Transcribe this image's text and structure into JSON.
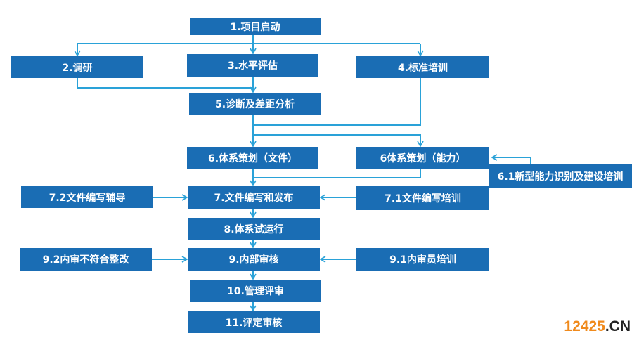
{
  "colors": {
    "box": "#1a6db4",
    "line": "#2aa2d8"
  },
  "steps": {
    "s1": "1.项目启动",
    "s2": "2.调研",
    "s3": "3.水平评估",
    "s4": "4.标准培训",
    "s5": "5.诊断及差距分析",
    "s6a": "6.体系策划（文件）",
    "s6b": "6体系策划（能力）",
    "s61": "6.1新型能力识别及建设培训",
    "s72": "7.2文件编写辅导",
    "s7": "7.文件编写和发布",
    "s71": "7.1文件编写培训",
    "s8": "8.体系试运行",
    "s92": "9.2内审不符合整改",
    "s9": "9.内部审核",
    "s91": "9.1内审员培训",
    "s10": "10.管理评审",
    "s11": "11.评定审核"
  },
  "watermark": {
    "num": "12425",
    "cn": ".CN"
  }
}
